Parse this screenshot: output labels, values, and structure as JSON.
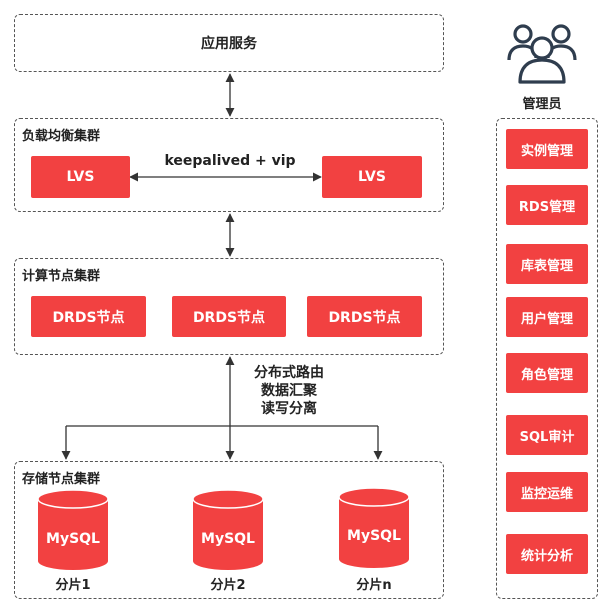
{
  "app_service": {
    "label": "应用服务"
  },
  "lb_cluster": {
    "title": "负载均衡集群",
    "left_node": "LVS",
    "right_node": "LVS",
    "link_label": "keepalived + vip"
  },
  "compute_cluster": {
    "title": "计算节点集群",
    "nodes": [
      "DRDS节点",
      "DRDS节点",
      "DRDS节点"
    ]
  },
  "routing_notes": [
    "分布式路由",
    "数据汇聚",
    "读写分离"
  ],
  "storage_cluster": {
    "title": "存储节点集群",
    "dbs": [
      {
        "label": "MySQL",
        "shard": "分片1"
      },
      {
        "label": "MySQL",
        "shard": "分片2"
      },
      {
        "label": "MySQL",
        "shard": "分片n"
      }
    ]
  },
  "admin": {
    "label": "管理员",
    "icon": "users-icon",
    "items": [
      "实例管理",
      "RDS管理",
      "库表管理",
      "用户管理",
      "角色管理",
      "SQL审计",
      "监控运维",
      "统计分析"
    ]
  },
  "colors": {
    "accent": "#f24141",
    "line": "#333333"
  }
}
